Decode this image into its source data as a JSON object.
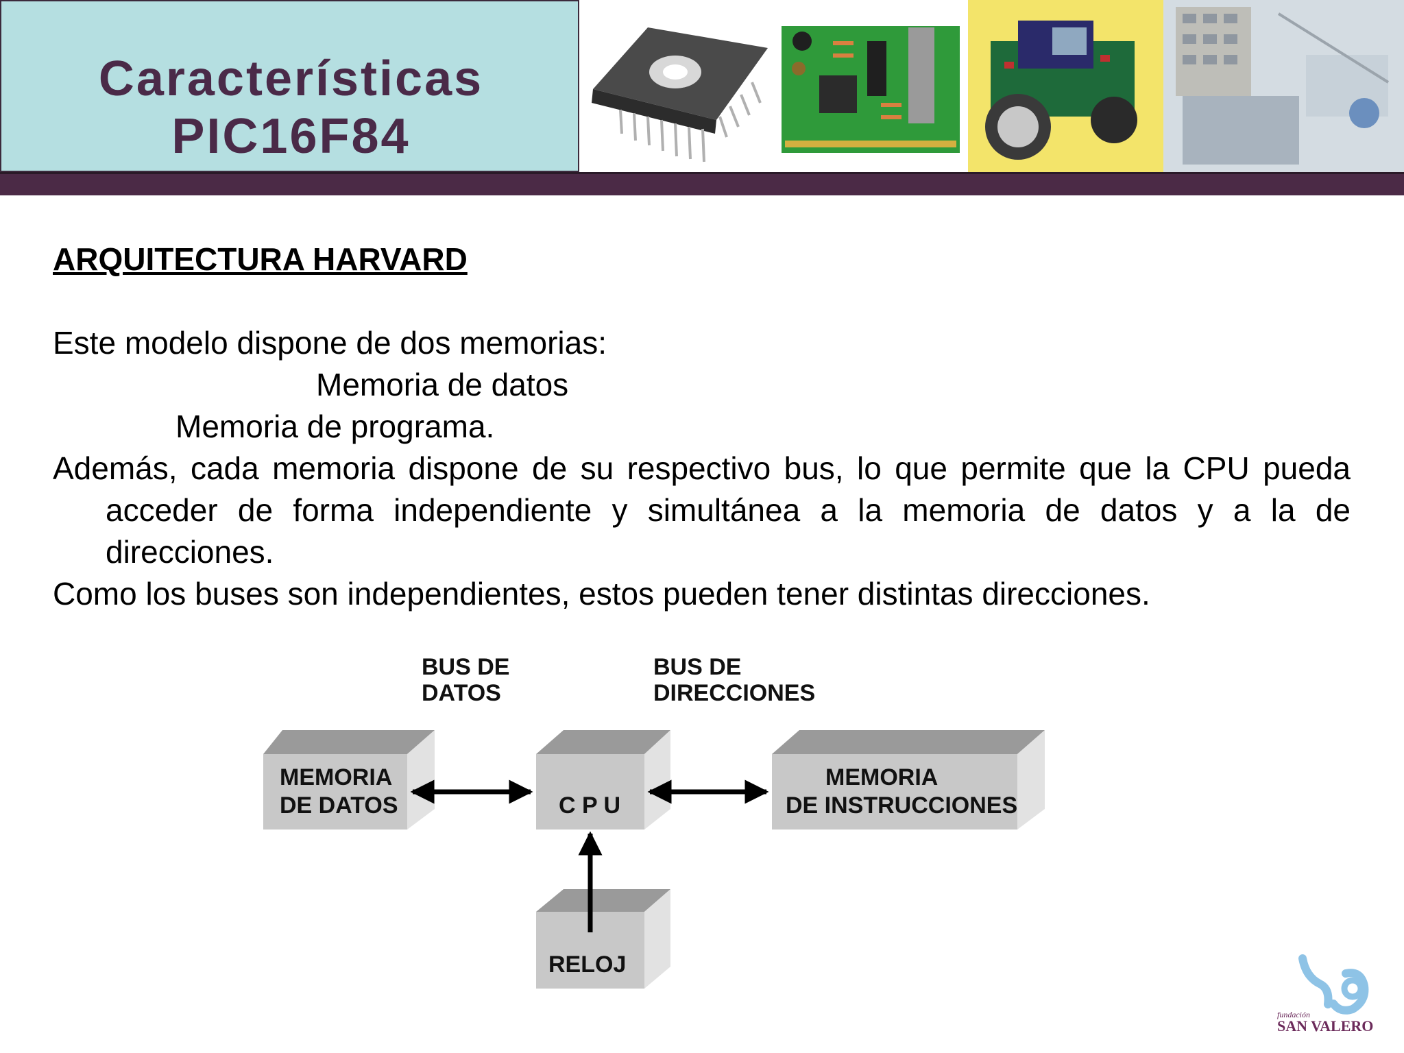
{
  "header": {
    "title_line1": "Características",
    "title_line2": "PIC16F84",
    "photos": [
      "chip-photo",
      "circuit-board-photo",
      "robot-photo",
      "campus-collage-photo"
    ]
  },
  "content": {
    "section_heading": "ARQUITECTURA HARVARD",
    "intro": "Este modelo dispone de dos memorias:",
    "item_data_memory": "Memoria de datos",
    "item_program_memory": "Memoria de programa.",
    "paragraph_bus": "Además, cada memoria dispone de su respectivo bus, lo que permite que la CPU pueda acceder de forma independiente y simultánea a la memoria de datos y a la de direcciones.",
    "paragraph_buses_independent": "Como los buses son independientes, estos pueden tener distintas direcciones."
  },
  "diagram": {
    "bus_datos_line1": "BUS  DE",
    "bus_datos_line2": "DATOS",
    "bus_dir_line1": "BUS  DE",
    "bus_dir_line2": "DIRECCIONES",
    "box_mem_datos_line1": "MEMORIA",
    "box_mem_datos_line2": "DE DATOS",
    "box_cpu": "C P U",
    "box_mem_instr_line1": "MEMORIA",
    "box_mem_instr_line2": "DE INSTRUCCIONES",
    "box_reloj": "RELOJ"
  },
  "logo": {
    "line1": "fundación",
    "line2": "SAN VALERO"
  },
  "colors": {
    "title_bg": "#b5dfe1",
    "title_text": "#4a2a48",
    "band": "#4b2a46",
    "box_front": "#c8c8c8",
    "box_top": "#9a9a9a",
    "box_side": "#e2e2e2",
    "logo_blue": "#8ec3e6",
    "logo_text": "#6b2a5a"
  }
}
